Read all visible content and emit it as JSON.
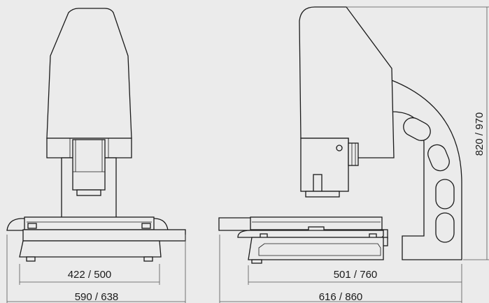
{
  "front_view": {
    "inner_width_label": "422 / 500",
    "outer_width_label": "590 / 638"
  },
  "side_view": {
    "inner_depth_label": "501 / 760",
    "outer_depth_label": "616 / 860",
    "height_label": "820 / 970"
  },
  "colors": {
    "background": "#ebebeb",
    "line": "#1a1a1a"
  }
}
